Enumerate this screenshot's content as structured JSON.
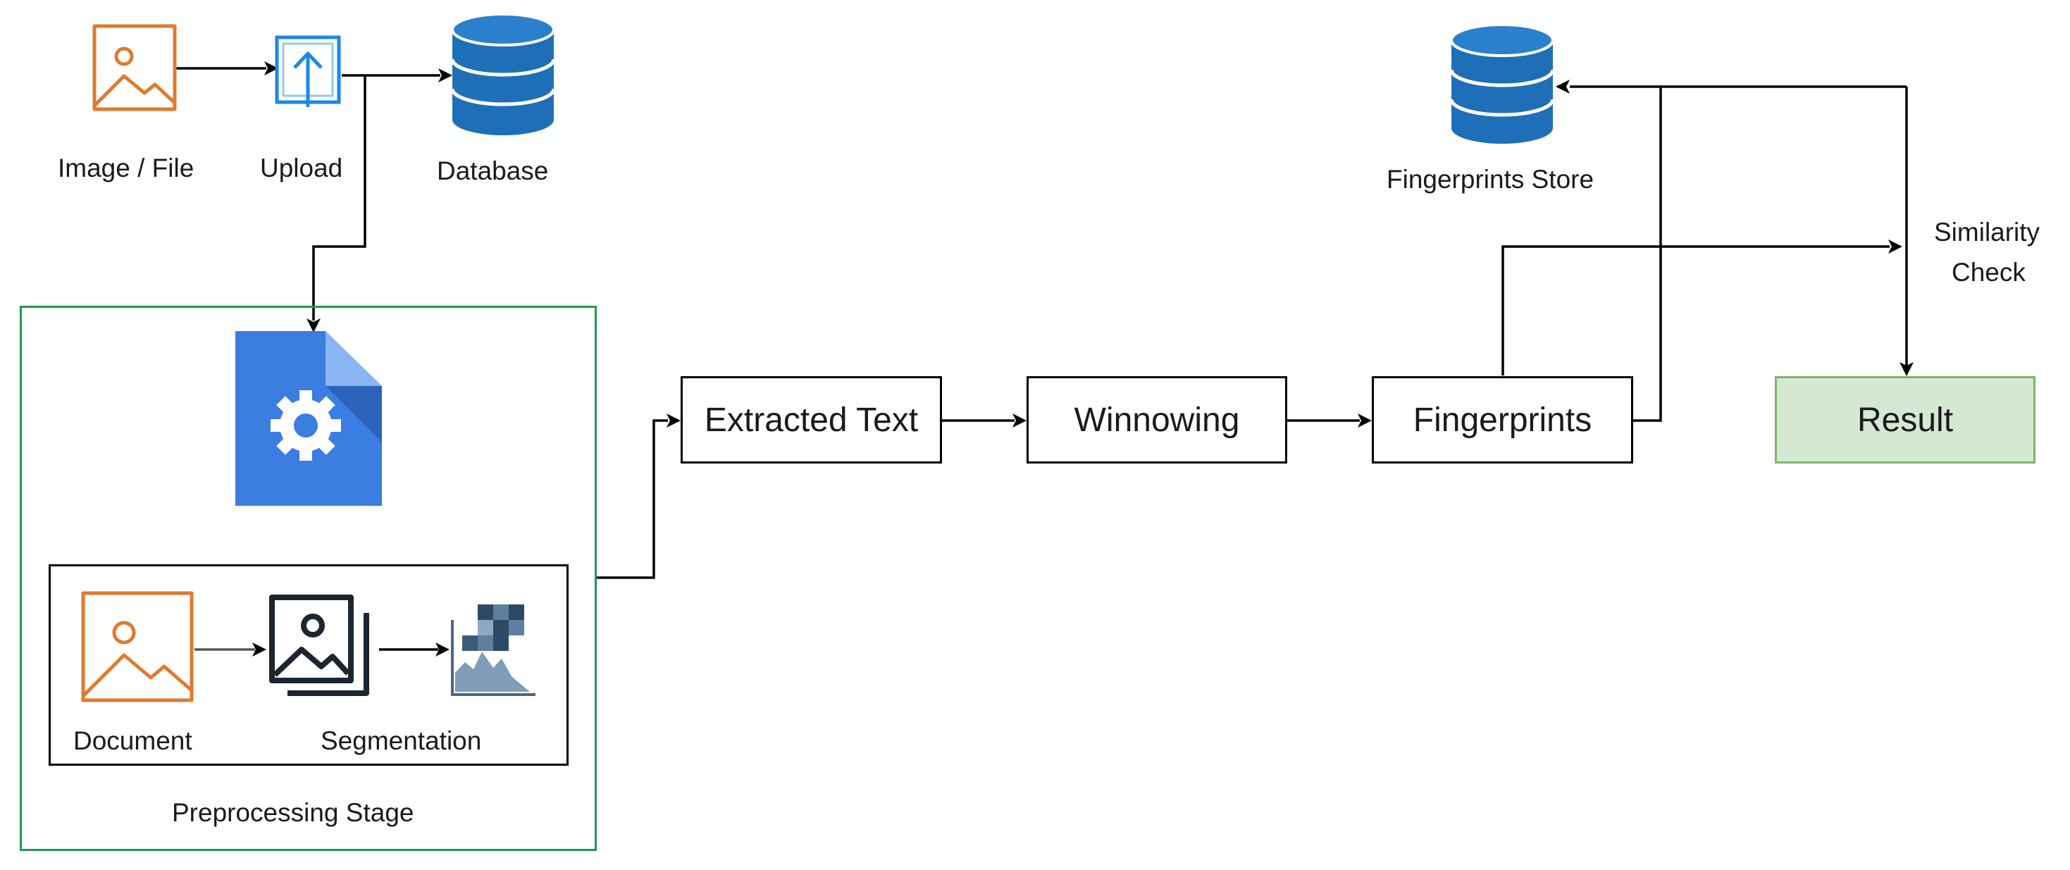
{
  "labels": {
    "image_file": "Image / File",
    "upload": "Upload",
    "database": "Database",
    "fingerprints_store": "Fingerprints Store",
    "similarity_check": [
      "Similarity",
      "Check"
    ],
    "document": "Document",
    "segmentation": "Segmentation",
    "preprocessing_stage": "Preprocessing Stage"
  },
  "nodes": {
    "extracted_text": "Extracted Text",
    "winnowing": "Winnowing",
    "fingerprints": "Fingerprints",
    "result": "Result"
  },
  "colors": {
    "image_icon": "#e07a2e",
    "upload_icon": "#1e88e5",
    "database": "#1f6fb8",
    "document_gear": "#3b7de0",
    "result_fill": "#d5e8d4",
    "result_border": "#82b366",
    "group_border": "#1f9a4e",
    "segmentation_icon": "#1b2631",
    "histogram_icon": "#5b7fa0"
  },
  "icons": [
    "image-icon",
    "upload-icon",
    "database-icon",
    "gear-document-icon",
    "gallery-icon",
    "histogram-icon"
  ]
}
